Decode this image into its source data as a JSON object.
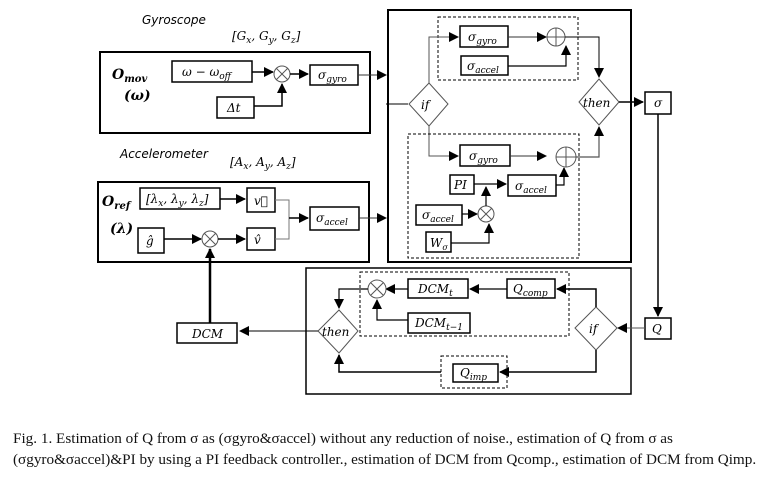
{
  "sections": {
    "gyroscope": {
      "title": "Gyroscope",
      "vector": "[Gx, Gy, Gz]"
    },
    "accelerometer": {
      "title": "Accelerometer",
      "vector": "[Ax, Ay, Az]"
    }
  },
  "gyro_block": {
    "label_main": "O",
    "label_sub": "mov",
    "label_var": "(ω)",
    "offset_box": "ω − ωoff",
    "dt_box": "Δt",
    "output_box": "σgyro"
  },
  "accel_block": {
    "label_main": "O",
    "label_sub": "ref",
    "label_var": "(λ)",
    "lambda_box": "[λx, λy, λz]",
    "g_box": "ĝ",
    "v_vec_box": "v⃗",
    "v_hat_box": "v̂",
    "output_box": "σaccel"
  },
  "fusion_block": {
    "if_label": "if",
    "then_label": "then",
    "top_path": {
      "gyro": "σgyro",
      "accel": "σaccel"
    },
    "bottom_path": {
      "gyro": "σgyro",
      "pi": "PI",
      "accel_out": "σaccel",
      "accel_in": "σaccel",
      "weight": "Wσ"
    },
    "output": "σ"
  },
  "dcm_block": {
    "input": "Q",
    "if_label": "if",
    "then_label": "then",
    "q_comp": "Qcomp",
    "dcm_t": "DCMt",
    "dcm_t1": "DCMt−1",
    "q_imp": "Qimp",
    "output": "DCM"
  },
  "caption": {
    "prefix": "Fig. 1.",
    "text": "Estimation of Q from σ as (σgyro&σaccel) without any reduction of noise., estimation of Q from σ as (σgyro&σaccel)&PI by using a PI feedback controller., estimation of DCM from Qcomp., estimation of DCM from Qimp."
  }
}
